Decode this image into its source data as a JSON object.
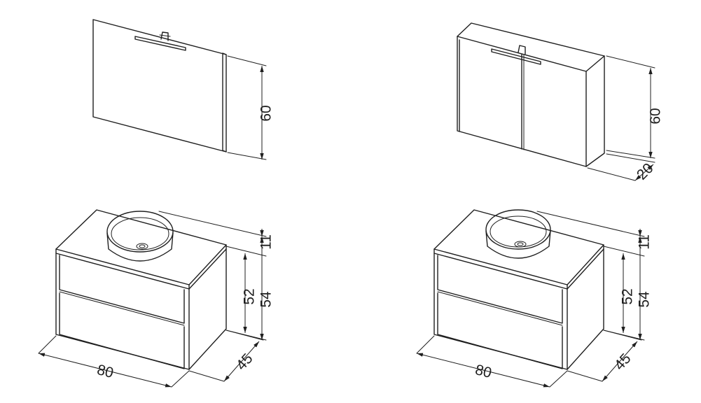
{
  "diagram": {
    "mirror": {
      "height_label": "60"
    },
    "mirror_cabinet": {
      "height_label": "60",
      "depth_label": "20"
    },
    "vanity_left": {
      "width_label": "80",
      "depth_label": "45",
      "top_label": "11",
      "body_label": "52",
      "total_label": "54"
    },
    "vanity_right": {
      "width_label": "80",
      "depth_label": "45",
      "top_label": "11",
      "body_label": "52",
      "total_label": "54"
    }
  }
}
